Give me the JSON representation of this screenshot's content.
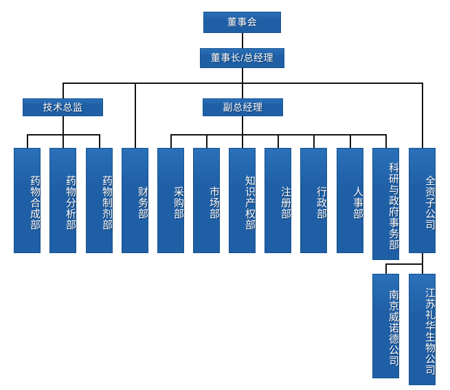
{
  "chart": {
    "type": "org-chart",
    "title": "",
    "theme": {
      "node_fill": "#1f5fa6",
      "node_fill_light": "#2a70b8",
      "node_border": "#14528f",
      "node_text": "#ffffff",
      "connector": "#111111",
      "background": "#ffffff"
    },
    "levels": [
      {
        "level": 1,
        "nodes": [
          {
            "id": "board",
            "label": "董事会",
            "orientation": "horizontal"
          }
        ]
      },
      {
        "level": 2,
        "nodes": [
          {
            "id": "chairman",
            "label": "董事长/总经理",
            "orientation": "horizontal"
          }
        ]
      },
      {
        "level": 3,
        "nodes": [
          {
            "id": "tech-director",
            "label": "技术总监",
            "orientation": "horizontal"
          },
          {
            "id": "deputy-gm",
            "label": "副总经理",
            "orientation": "horizontal"
          }
        ]
      },
      {
        "level": 4,
        "nodes": [
          {
            "id": "dept-synthesis",
            "label": "药物合成部",
            "orientation": "vertical",
            "parent": "tech-director"
          },
          {
            "id": "dept-analysis",
            "label": "药物分析部",
            "orientation": "vertical",
            "parent": "tech-director"
          },
          {
            "id": "dept-formulation",
            "label": "药物制剂部",
            "orientation": "vertical",
            "parent": "tech-director"
          },
          {
            "id": "dept-finance",
            "label": "财务部",
            "orientation": "vertical",
            "parent": "chairman"
          },
          {
            "id": "dept-purchasing",
            "label": "采购部",
            "orientation": "vertical",
            "parent": "deputy-gm"
          },
          {
            "id": "dept-marketing",
            "label": "市场部",
            "orientation": "vertical",
            "parent": "deputy-gm"
          },
          {
            "id": "dept-ip",
            "label": "知识产权部",
            "orientation": "vertical",
            "parent": "deputy-gm"
          },
          {
            "id": "dept-registration",
            "label": "注册部",
            "orientation": "vertical",
            "parent": "deputy-gm"
          },
          {
            "id": "dept-administration",
            "label": "行政部",
            "orientation": "vertical",
            "parent": "deputy-gm"
          },
          {
            "id": "dept-hr",
            "label": "人事部",
            "orientation": "vertical",
            "parent": "deputy-gm"
          },
          {
            "id": "dept-research-gov",
            "label": "科研与政府事务部",
            "orientation": "vertical",
            "parent": "deputy-gm"
          },
          {
            "id": "subsidiaries",
            "label": "全资子公司",
            "orientation": "vertical",
            "parent": "chairman"
          }
        ]
      },
      {
        "level": 5,
        "nodes": [
          {
            "id": "sub-nanjing",
            "label": "南京威诺德公司",
            "orientation": "vertical",
            "parent": "subsidiaries"
          },
          {
            "id": "sub-jiangsu",
            "label": "江苏礼华生物公司",
            "orientation": "vertical",
            "parent": "subsidiaries"
          }
        ]
      }
    ]
  }
}
